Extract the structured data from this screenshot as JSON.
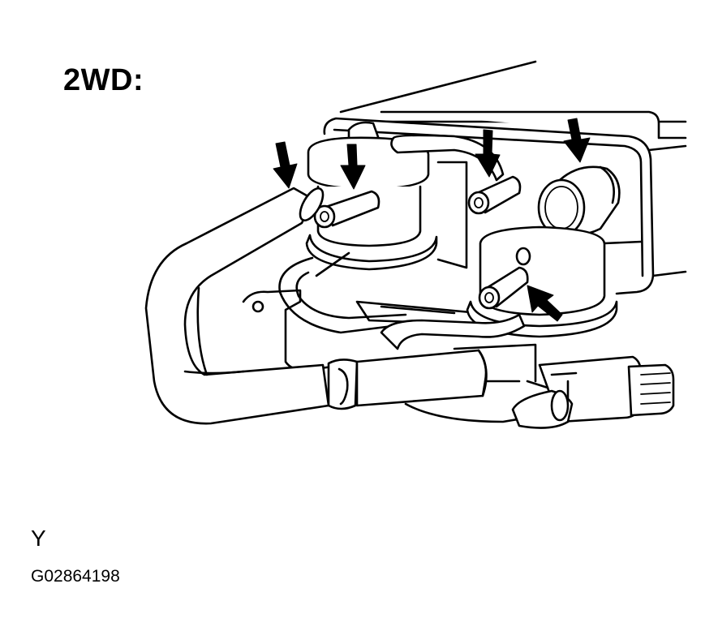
{
  "figure": {
    "title": "2WD:",
    "view_letter": "Y",
    "figure_id": "G02864198"
  },
  "colors": {
    "line": "#000000",
    "background": "#ffffff"
  },
  "icons": [
    "port-indicator-arrow-icon"
  ]
}
